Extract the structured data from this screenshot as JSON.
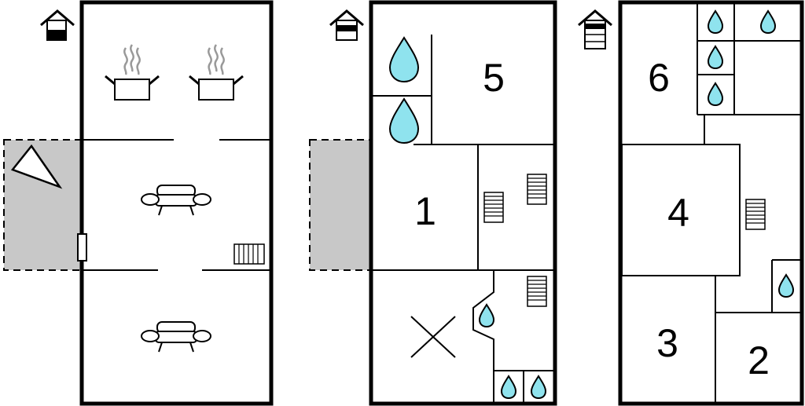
{
  "floors": [
    {
      "id": "ground",
      "rooms": []
    },
    {
      "id": "first",
      "rooms": [
        {
          "number": "5"
        },
        {
          "number": "1"
        }
      ]
    },
    {
      "id": "second",
      "rooms": [
        {
          "number": "6"
        },
        {
          "number": "4"
        },
        {
          "number": "3"
        },
        {
          "number": "2"
        }
      ]
    }
  ],
  "colors": {
    "water": "#8fe3ee",
    "terrace": "#c8c8c8",
    "walls": "#000000",
    "background": "#ffffff"
  },
  "icons": [
    "house-level-icon",
    "cooking-pot-icon",
    "sofa-icon",
    "staircase-icon",
    "water-drop-icon",
    "bed-cross-icon",
    "terrace-area"
  ]
}
